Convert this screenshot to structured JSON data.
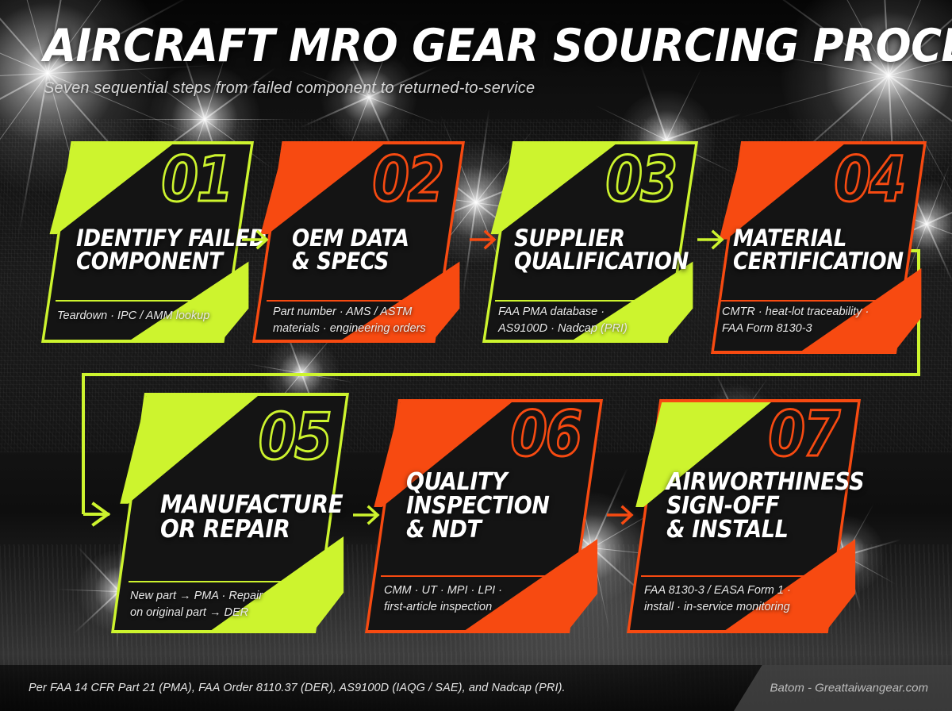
{
  "header": {
    "title": "AIRCRAFT MRO GEAR SOURCING PROCESS",
    "subtitle": "Seven sequential steps from failed component to returned-to-service"
  },
  "colors": {
    "green": "#cdf42e",
    "orange": "#f74a11",
    "card_background": "#141414",
    "page_background": "#0d0d0d",
    "title_text": "#ffffff",
    "description_text": "#e8e8e8"
  },
  "steps": [
    {
      "number": "01",
      "title_lines": [
        "IDENTIFY FAILED",
        "COMPONENT"
      ],
      "description": "Teardown · IPC / AMM lookup",
      "accent": "green",
      "wedge": "green"
    },
    {
      "number": "02",
      "title_lines": [
        "OEM DATA",
        "& SPECS"
      ],
      "description": "Part number · AMS / ASTM\nmaterials · engineering orders",
      "accent": "orange",
      "wedge": "orange"
    },
    {
      "number": "03",
      "title_lines": [
        "SUPPLIER",
        "QUALIFICATION"
      ],
      "description": "FAA PMA database ·\nAS9100D · Nadcap (PRI)",
      "accent": "green",
      "wedge": "green"
    },
    {
      "number": "04",
      "title_lines": [
        "MATERIAL",
        "CERTIFICATION"
      ],
      "description": "CMTR · heat-lot traceability ·\nFAA Form 8130-3",
      "accent": "orange",
      "wedge": "orange"
    },
    {
      "number": "05",
      "title_lines": [
        "MANUFACTURE",
        "OR REPAIR"
      ],
      "description": "New part → PMA · Repair\non original part → DER",
      "accent": "green",
      "wedge": "green"
    },
    {
      "number": "06",
      "title_lines": [
        "QUALITY",
        "INSPECTION",
        "& NDT"
      ],
      "description": "CMM · UT · MPI · LPI ·\nfirst-article inspection",
      "accent": "orange",
      "wedge": "orange"
    },
    {
      "number": "07",
      "title_lines": [
        "AIRWORTHINESS",
        "SIGN-OFF",
        "& INSTALL"
      ],
      "description": "FAA 8130-3 / EASA Form 1 ·\ninstall · in-service monitoring",
      "accent": "orange",
      "wedge": "green"
    }
  ],
  "connectors": [
    {
      "name": "arrow-1-to-2",
      "color": "green"
    },
    {
      "name": "arrow-2-to-3",
      "color": "orange"
    },
    {
      "name": "arrow-3-to-4",
      "color": "green"
    },
    {
      "name": "wrap-4-to-5",
      "color": "green"
    },
    {
      "name": "arrow-5-to-6",
      "color": "green"
    },
    {
      "name": "arrow-6-to-7",
      "color": "orange"
    }
  ],
  "footer": {
    "note": "Per FAA 14 CFR Part 21 (PMA), FAA Order 8110.37 (DER), AS9100D (IAQG / SAE), and Nadcap (PRI).",
    "brand": "Batom - Greattaiwangear.com"
  }
}
